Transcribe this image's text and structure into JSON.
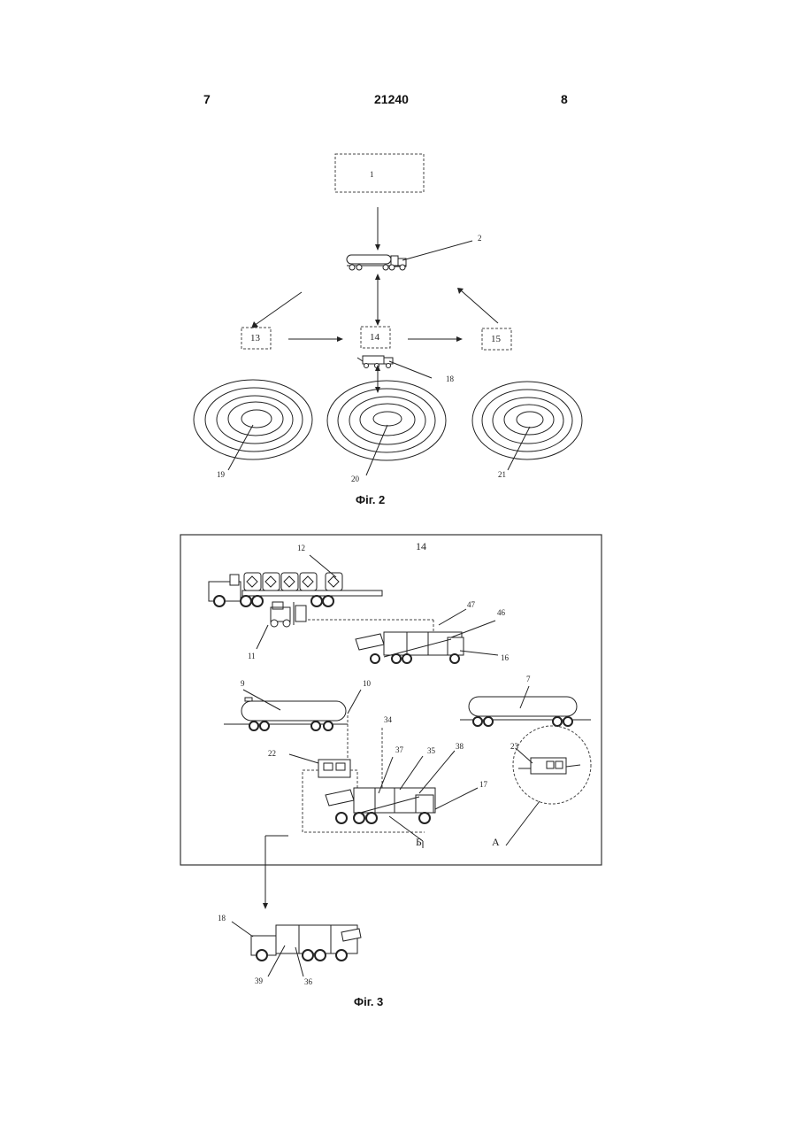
{
  "header": {
    "left_page": "7",
    "doc_number": "21240",
    "right_page": "8"
  },
  "fig2": {
    "caption": "Фіг. 2",
    "labels": {
      "n1": "1",
      "n2": "2",
      "n13": "13",
      "n14": "14",
      "n15": "15",
      "n18": "18",
      "n19": "19",
      "n20": "20",
      "n21": "21"
    }
  },
  "fig3": {
    "caption": "Фіг. 3",
    "labels": {
      "n14": "14",
      "n12": "12",
      "n47": "47",
      "n46": "46",
      "n11": "11",
      "n16": "16",
      "n9": "9",
      "n10": "10",
      "n7": "7",
      "n34": "34",
      "n22": "22",
      "n37": "37",
      "n35": "35",
      "n38": "38",
      "n23": "23",
      "n17": "17",
      "b": "Б",
      "a": "А",
      "n18": "18",
      "n39": "39",
      "n36": "36"
    }
  }
}
